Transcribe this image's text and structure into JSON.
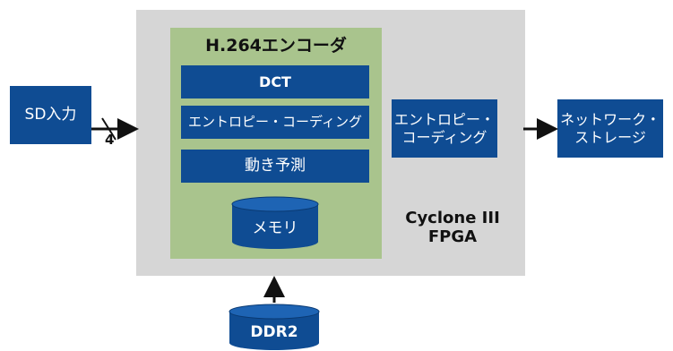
{
  "fpga": {
    "label_line1": "Cyclone III",
    "label_line2": "FPGA"
  },
  "encoder": {
    "title": "H.264エンコーダ",
    "blocks": {
      "dct": "DCT",
      "entropy": "エントロピー・コーディング",
      "motion": "動き予測",
      "memory": "メモリ"
    }
  },
  "input": {
    "label": "SD入力",
    "bus_width": "4"
  },
  "entropy_out": {
    "line1": "エントロピー・",
    "line2": "コーディング"
  },
  "network": {
    "line1": "ネットワーク・",
    "line2": "ストレージ"
  },
  "ddr": {
    "label": "DDR2"
  },
  "colors": {
    "block_blue": "#0f4c93",
    "fpga_gray": "#d6d6d6",
    "encoder_green": "#a9c48d"
  }
}
